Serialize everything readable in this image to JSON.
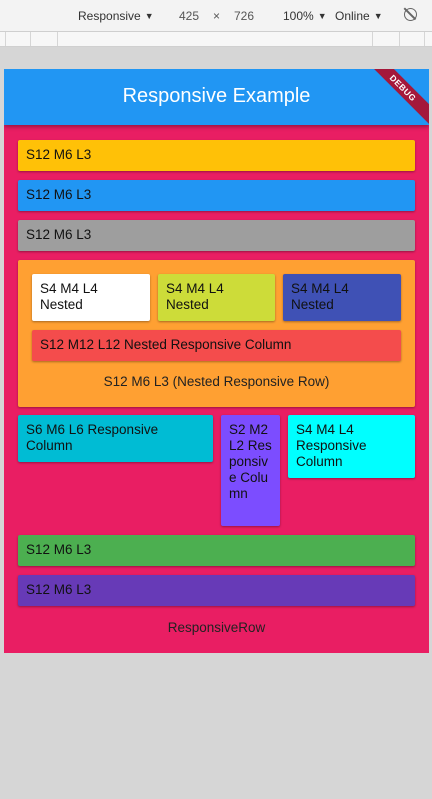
{
  "devtools": {
    "device": "Responsive",
    "width": "425",
    "times": "×",
    "height": "726",
    "zoom": "100%",
    "network": "Online"
  },
  "app": {
    "title": "Responsive Example",
    "debug_banner": "DEBUG",
    "colors": {
      "background": "#e91e63",
      "appbar": "#2196f3"
    },
    "boxes": {
      "row1": "S12 M6 L3",
      "row2": "S12 M6 L3",
      "row3": "S12 M6 L3",
      "nested1": "S4 M4 L4 Nested",
      "nested2": "S4 M4 L4 Nested",
      "nested3": "S4 M4 L4 Nested",
      "nested_column": "S12 M12 L12 Nested Responsive Column",
      "nested_row_label": "S12 M6 L3 (Nested Responsive Row)",
      "col_s6": "S6 M6 L6 Responsive Column",
      "col_s2": "S2 M2 L2 Responsive Column",
      "col_s4": "S4 M4 L4 Responsive Column",
      "row4": "S12 M6 L3",
      "row5": "S12 M6 L3"
    },
    "footer_label": "ResponsiveRow"
  }
}
